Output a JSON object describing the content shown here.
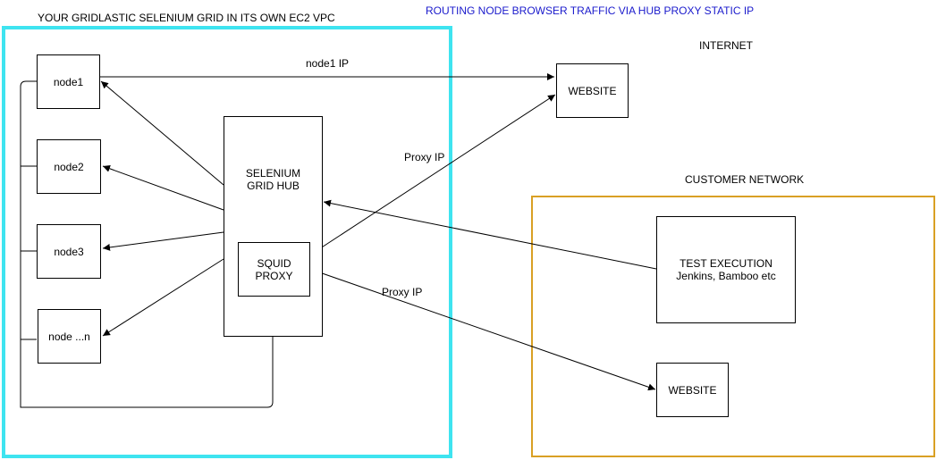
{
  "titles": {
    "vpc": "YOUR GRIDLASTIC SELENIUM GRID IN ITS OWN EC2 VPC",
    "routing": "ROUTING NODE BROWSER TRAFFIC VIA HUB PROXY STATIC IP",
    "internet": "INTERNET",
    "customer_network": "CUSTOMER NETWORK"
  },
  "nodes": {
    "node1": "node1",
    "node2": "node2",
    "node3": "node3",
    "node_n": "node ...n"
  },
  "hub": {
    "line1": "SELENIUM",
    "line2": "GRID HUB"
  },
  "proxy": {
    "line1": "SQUID",
    "line2": "PROXY"
  },
  "test_execution": {
    "line1": "TEST EXECUTION",
    "line2": "Jenkins, Bamboo etc"
  },
  "websites": {
    "internet": "WEBSITE",
    "customer": "WEBSITE"
  },
  "edge_labels": {
    "node1_ip": "node1 IP",
    "proxy_ip_internet": "Proxy IP",
    "proxy_ip_customer": "Proxy IP"
  },
  "colors": {
    "vpc_border": "#3ee4f0",
    "customer_border": "#d9a024",
    "routing_title": "#1a1acc",
    "line": "#000000"
  }
}
